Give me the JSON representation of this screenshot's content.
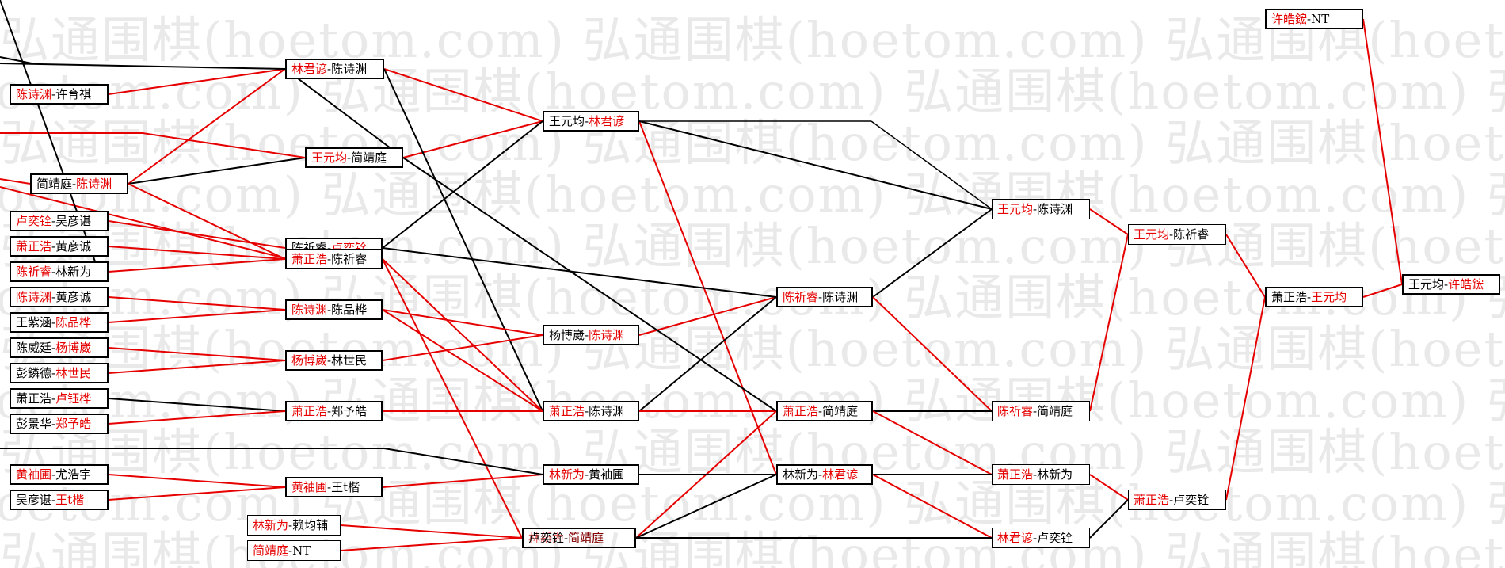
{
  "watermark": {
    "text": "弘通围棋(hoetom.com)"
  },
  "colors": {
    "winner": "#e60000",
    "loser": "#000000",
    "winner_line": "#e60000",
    "loser_line": "#000000",
    "watermark": "#e9e9e9"
  },
  "matches": [
    {
      "id": "m1",
      "p1": "陈诗渊",
      "p2": "许育祺",
      "winner": 1
    },
    {
      "id": "m2",
      "p1": "简靖庭",
      "p2": "陈诗渊",
      "winner": 2
    },
    {
      "id": "m3",
      "p1": "卢奕铨",
      "p2": "吴彦谌",
      "winner": 1
    },
    {
      "id": "m4",
      "p1": "萧正浩",
      "p2": "黄彦诚",
      "winner": 1
    },
    {
      "id": "m5",
      "p1": "陈祈睿",
      "p2": "林新为",
      "winner": 1
    },
    {
      "id": "m6",
      "p1": "陈诗渊",
      "p2": "黄彦诚",
      "winner": 1
    },
    {
      "id": "m7",
      "p1": "王紫涵",
      "p2": "陈品桦",
      "winner": 2
    },
    {
      "id": "m8",
      "p1": "陈威廷",
      "p2": "杨博崴",
      "winner": 2
    },
    {
      "id": "m9",
      "p1": "彭鏻德",
      "p2": "林世民",
      "winner": 2
    },
    {
      "id": "m10",
      "p1": "萧正浩",
      "p2": "卢钰桦",
      "winner": 2
    },
    {
      "id": "m11",
      "p1": "彭景华",
      "p2": "郑予皓",
      "winner": 2
    },
    {
      "id": "m12",
      "p1": "黄袖圃",
      "p2": "尤浩宇",
      "winner": 1
    },
    {
      "id": "m13",
      "p1": "吴彦谌",
      "p2": "王t楷",
      "winner": 2
    },
    {
      "id": "m14",
      "p1": "林新为",
      "p2": "赖均辅",
      "winner": 1
    },
    {
      "id": "m15",
      "p1": "简靖庭",
      "p2": "NT",
      "winner": 1
    },
    {
      "id": "m16",
      "p1": "林君谚",
      "p2": "陈诗渊",
      "winner": 1
    },
    {
      "id": "m17",
      "p1": "王元均",
      "p2": "简靖庭",
      "winner": 1
    },
    {
      "id": "m18",
      "p1": "陈祈睿",
      "p2": "卢奕铨",
      "winner": 2
    },
    {
      "id": "m19",
      "p1": "萧正浩",
      "p2": "陈祈睿",
      "winner": 1
    },
    {
      "id": "m20",
      "p1": "陈诗渊",
      "p2": "陈品桦",
      "winner": 1
    },
    {
      "id": "m21",
      "p1": "杨博崴",
      "p2": "林世民",
      "winner": 1
    },
    {
      "id": "m22",
      "p1": "萧正浩",
      "p2": "郑予皓",
      "winner": 1
    },
    {
      "id": "m23",
      "p1": "黄袖圃",
      "p2": "王t楷",
      "winner": 1
    },
    {
      "id": "m24",
      "p1": "王元均",
      "p2": "林君谚",
      "winner": 2
    },
    {
      "id": "m25",
      "p1": "杨博崴",
      "p2": "陈诗渊",
      "winner": 2
    },
    {
      "id": "m26",
      "p1": "萧正浩",
      "p2": "陈诗渊",
      "winner": 1
    },
    {
      "id": "m27",
      "p1": "林新为",
      "p2": "黄袖圃",
      "winner": 1
    },
    {
      "id": "m28a",
      "p1": "林新为",
      "p2": "简靖庭",
      "winner": 1
    },
    {
      "id": "m28b",
      "p1": "卢奕铨",
      "p2": "简靖庭",
      "winner": 2
    },
    {
      "id": "m29",
      "p1": "陈祈睿",
      "p2": "陈诗渊",
      "winner": 1
    },
    {
      "id": "m30",
      "p1": "萧正浩",
      "p2": "简靖庭",
      "winner": 1
    },
    {
      "id": "m31",
      "p1": "林新为",
      "p2": "林君谚",
      "winner": 2
    },
    {
      "id": "m32",
      "p1": "王元均",
      "p2": "陈诗渊",
      "winner": 1
    },
    {
      "id": "m33",
      "p1": "陈祈睿",
      "p2": "简靖庭",
      "winner": 1
    },
    {
      "id": "m34",
      "p1": "萧正浩",
      "p2": "林新为",
      "winner": 1
    },
    {
      "id": "m35",
      "p1": "林君谚",
      "p2": "卢奕铨",
      "winner": 1
    },
    {
      "id": "m36",
      "p1": "王元均",
      "p2": "陈祈睿",
      "winner": 1
    },
    {
      "id": "m37",
      "p1": "萧正浩",
      "p2": "卢奕铨",
      "winner": 1
    },
    {
      "id": "m38",
      "p1": "萧正浩",
      "p2": "王元均",
      "winner": 2
    },
    {
      "id": "m39",
      "p1": "许皓鋐",
      "p2": "NT",
      "winner": 1
    },
    {
      "id": "m40",
      "p1": "王元均",
      "p2": "许皓鋐",
      "winner": 2
    }
  ]
}
